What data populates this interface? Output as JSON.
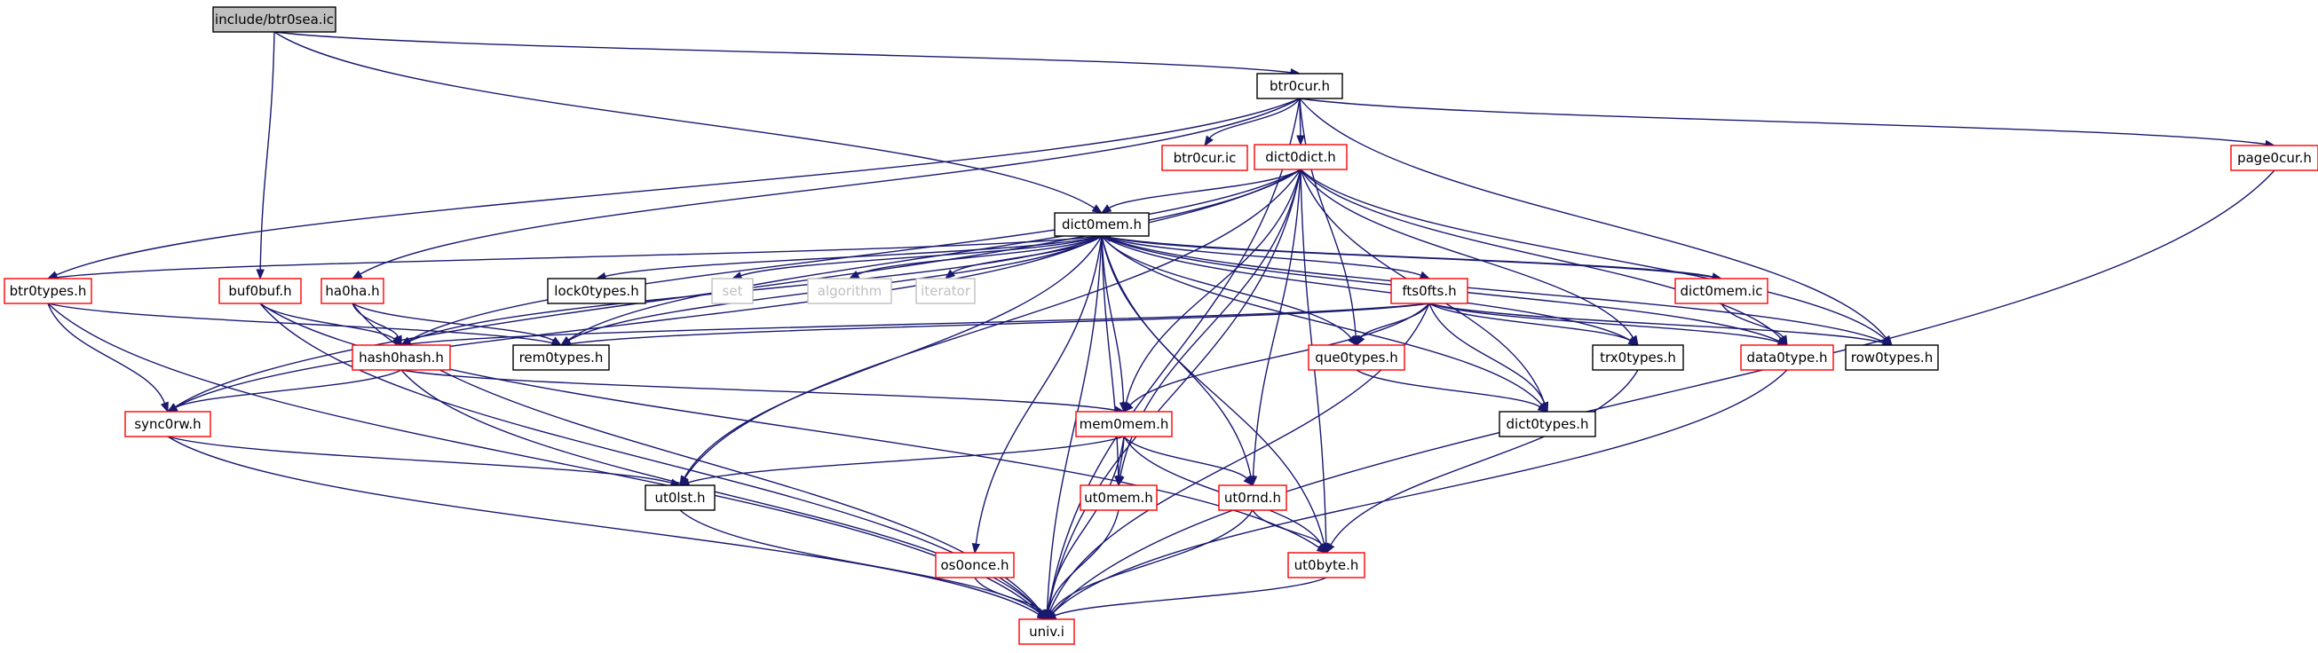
{
  "colors": {
    "edge": "#191970",
    "complete_border": "#000000",
    "incomplete_border": "#ff0000",
    "missing_border": "#bfbfbf",
    "root_fill": "#bfbfbf",
    "background": "#ffffff"
  },
  "nodes": [
    {
      "id": "btr0sea_ic",
      "label": "include/btr0sea.ic",
      "kind": "root"
    },
    {
      "id": "btr0cur_h",
      "label": "btr0cur.h",
      "kind": "complete"
    },
    {
      "id": "btr0cur_ic",
      "label": "btr0cur.ic",
      "kind": "incomplete"
    },
    {
      "id": "dict0dict_h",
      "label": "dict0dict.h",
      "kind": "incomplete"
    },
    {
      "id": "page0cur_h",
      "label": "page0cur.h",
      "kind": "incomplete"
    },
    {
      "id": "dict0mem_h",
      "label": "dict0mem.h",
      "kind": "complete"
    },
    {
      "id": "btr0types_h",
      "label": "btr0types.h",
      "kind": "incomplete"
    },
    {
      "id": "buf0buf_h",
      "label": "buf0buf.h",
      "kind": "incomplete"
    },
    {
      "id": "ha0ha_h",
      "label": "ha0ha.h",
      "kind": "incomplete"
    },
    {
      "id": "lock0types_h",
      "label": "lock0types.h",
      "kind": "complete"
    },
    {
      "id": "set",
      "label": "set",
      "kind": "missing"
    },
    {
      "id": "algorithm",
      "label": "algorithm",
      "kind": "missing"
    },
    {
      "id": "iterator",
      "label": "iterator",
      "kind": "missing"
    },
    {
      "id": "fts0fts_h",
      "label": "fts0fts.h",
      "kind": "incomplete"
    },
    {
      "id": "dict0mem_ic",
      "label": "dict0mem.ic",
      "kind": "incomplete"
    },
    {
      "id": "hash0hash_h",
      "label": "hash0hash.h",
      "kind": "incomplete"
    },
    {
      "id": "rem0types_h",
      "label": "rem0types.h",
      "kind": "complete"
    },
    {
      "id": "que0types_h",
      "label": "que0types.h",
      "kind": "incomplete"
    },
    {
      "id": "trx0types_h",
      "label": "trx0types.h",
      "kind": "complete"
    },
    {
      "id": "data0type_h",
      "label": "data0type.h",
      "kind": "incomplete"
    },
    {
      "id": "row0types_h",
      "label": "row0types.h",
      "kind": "complete"
    },
    {
      "id": "sync0rw_h",
      "label": "sync0rw.h",
      "kind": "incomplete"
    },
    {
      "id": "mem0mem_h",
      "label": "mem0mem.h",
      "kind": "incomplete"
    },
    {
      "id": "dict0types_h",
      "label": "dict0types.h",
      "kind": "complete"
    },
    {
      "id": "ut0lst_h",
      "label": "ut0lst.h",
      "kind": "complete"
    },
    {
      "id": "ut0mem_h",
      "label": "ut0mem.h",
      "kind": "incomplete"
    },
    {
      "id": "ut0rnd_h",
      "label": "ut0rnd.h",
      "kind": "incomplete"
    },
    {
      "id": "os0once_h",
      "label": "os0once.h",
      "kind": "incomplete"
    },
    {
      "id": "ut0byte_h",
      "label": "ut0byte.h",
      "kind": "incomplete"
    },
    {
      "id": "univ_i",
      "label": "univ.i",
      "kind": "incomplete"
    }
  ],
  "edges": [
    [
      "btr0sea_ic",
      "btr0cur_h"
    ],
    [
      "btr0sea_ic",
      "dict0mem_h"
    ],
    [
      "btr0sea_ic",
      "buf0buf_h"
    ],
    [
      "btr0cur_h",
      "btr0cur_ic"
    ],
    [
      "btr0cur_h",
      "dict0dict_h"
    ],
    [
      "btr0cur_h",
      "page0cur_h"
    ],
    [
      "btr0cur_h",
      "btr0types_h"
    ],
    [
      "btr0cur_h",
      "ha0ha_h"
    ],
    [
      "btr0cur_h",
      "que0types_h"
    ],
    [
      "btr0cur_h",
      "row0types_h"
    ],
    [
      "btr0cur_h",
      "univ_i"
    ],
    [
      "dict0dict_h",
      "dict0mem_h"
    ],
    [
      "dict0dict_h",
      "hash0hash_h"
    ],
    [
      "dict0dict_h",
      "rem0types_h"
    ],
    [
      "dict0dict_h",
      "sync0rw_h"
    ],
    [
      "dict0dict_h",
      "ut0lst_h"
    ],
    [
      "dict0dict_h",
      "mem0mem_h"
    ],
    [
      "dict0dict_h",
      "ut0mem_h"
    ],
    [
      "dict0dict_h",
      "trx0types_h"
    ],
    [
      "dict0dict_h",
      "data0type_h"
    ],
    [
      "dict0dict_h",
      "row0types_h"
    ],
    [
      "dict0dict_h",
      "dict0types_h"
    ],
    [
      "dict0dict_h",
      "ut0rnd_h"
    ],
    [
      "dict0dict_h",
      "ut0byte_h"
    ],
    [
      "dict0dict_h",
      "univ_i"
    ],
    [
      "page0cur_h",
      "univ_i"
    ],
    [
      "dict0mem_h",
      "btr0types_h"
    ],
    [
      "dict0mem_h",
      "lock0types_h"
    ],
    [
      "dict0mem_h",
      "set"
    ],
    [
      "dict0mem_h",
      "algorithm"
    ],
    [
      "dict0mem_h",
      "iterator"
    ],
    [
      "dict0mem_h",
      "fts0fts_h"
    ],
    [
      "dict0mem_h",
      "dict0mem_ic"
    ],
    [
      "dict0mem_h",
      "hash0hash_h"
    ],
    [
      "dict0mem_h",
      "rem0types_h"
    ],
    [
      "dict0mem_h",
      "que0types_h"
    ],
    [
      "dict0mem_h",
      "trx0types_h"
    ],
    [
      "dict0mem_h",
      "data0type_h"
    ],
    [
      "dict0mem_h",
      "row0types_h"
    ],
    [
      "dict0mem_h",
      "sync0rw_h"
    ],
    [
      "dict0mem_h",
      "mem0mem_h"
    ],
    [
      "dict0mem_h",
      "dict0types_h"
    ],
    [
      "dict0mem_h",
      "ut0lst_h"
    ],
    [
      "dict0mem_h",
      "ut0mem_h"
    ],
    [
      "dict0mem_h",
      "ut0rnd_h"
    ],
    [
      "dict0mem_h",
      "os0once_h"
    ],
    [
      "dict0mem_h",
      "ut0byte_h"
    ],
    [
      "dict0mem_h",
      "univ_i"
    ],
    [
      "dict0mem_ic",
      "dict0mem_h"
    ],
    [
      "dict0mem_ic",
      "data0type_h"
    ],
    [
      "btr0types_h",
      "rem0types_h"
    ],
    [
      "btr0types_h",
      "sync0rw_h"
    ],
    [
      "btr0types_h",
      "univ_i"
    ],
    [
      "buf0buf_h",
      "hash0hash_h"
    ],
    [
      "buf0buf_h",
      "ut0byte_h"
    ],
    [
      "buf0buf_h",
      "univ_i"
    ],
    [
      "ha0ha_h",
      "hash0hash_h"
    ],
    [
      "ha0ha_h",
      "rem0types_h"
    ],
    [
      "ha0ha_h",
      "univ_i"
    ],
    [
      "fts0fts_h",
      "hash0hash_h"
    ],
    [
      "fts0fts_h",
      "rem0types_h"
    ],
    [
      "fts0fts_h",
      "que0types_h"
    ],
    [
      "fts0fts_h",
      "trx0types_h"
    ],
    [
      "fts0fts_h",
      "data0type_h"
    ],
    [
      "fts0fts_h",
      "row0types_h"
    ],
    [
      "fts0fts_h",
      "mem0mem_h"
    ],
    [
      "fts0fts_h",
      "dict0types_h"
    ],
    [
      "fts0fts_h",
      "univ_i"
    ],
    [
      "hash0hash_h",
      "sync0rw_h"
    ],
    [
      "hash0hash_h",
      "mem0mem_h"
    ],
    [
      "hash0hash_h",
      "univ_i"
    ],
    [
      "que0types_h",
      "dict0types_h"
    ],
    [
      "trx0types_h",
      "ut0byte_h"
    ],
    [
      "data0type_h",
      "univ_i"
    ],
    [
      "sync0rw_h",
      "ut0lst_h"
    ],
    [
      "sync0rw_h",
      "univ_i"
    ],
    [
      "mem0mem_h",
      "ut0lst_h"
    ],
    [
      "mem0mem_h",
      "ut0mem_h"
    ],
    [
      "mem0mem_h",
      "ut0rnd_h"
    ],
    [
      "mem0mem_h",
      "ut0byte_h"
    ],
    [
      "mem0mem_h",
      "univ_i"
    ],
    [
      "ut0lst_h",
      "univ_i"
    ],
    [
      "ut0mem_h",
      "univ_i"
    ],
    [
      "ut0rnd_h",
      "ut0byte_h"
    ],
    [
      "ut0rnd_h",
      "univ_i"
    ],
    [
      "os0once_h",
      "univ_i"
    ],
    [
      "ut0byte_h",
      "univ_i"
    ]
  ]
}
